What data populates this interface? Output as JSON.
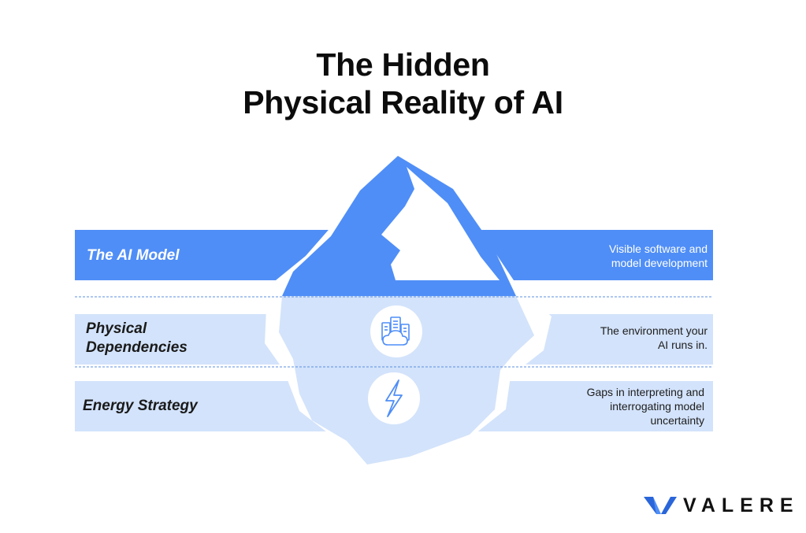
{
  "title": {
    "line1": "The Hidden",
    "line2": "Physical Reality of AI"
  },
  "layers": [
    {
      "label": "The AI Model",
      "description": "Visible software and model development",
      "desc_lines": [
        "Visible software and",
        "model development"
      ],
      "icon": ""
    },
    {
      "label": "Physical Dependencies",
      "label_lines": [
        "Physical",
        "Dependencies"
      ],
      "description": "The environment your AI runs in.",
      "desc_lines": [
        "The environment your",
        "AI runs in."
      ],
      "icon": "server-cloud-icon"
    },
    {
      "label": "Energy Strategy",
      "description": "Gaps in interpreting and interrogating model uncertainty",
      "desc_lines": [
        "Gaps in interpreting and",
        "interrogating model",
        "uncertainty"
      ],
      "icon": "lightning-bolt-icon"
    }
  ],
  "brand": {
    "name": "VALERE"
  },
  "colors": {
    "primary": "#4f8ef7",
    "light": "#d3e3fb",
    "dashed": "#5b8fe0",
    "text": "#111111"
  }
}
